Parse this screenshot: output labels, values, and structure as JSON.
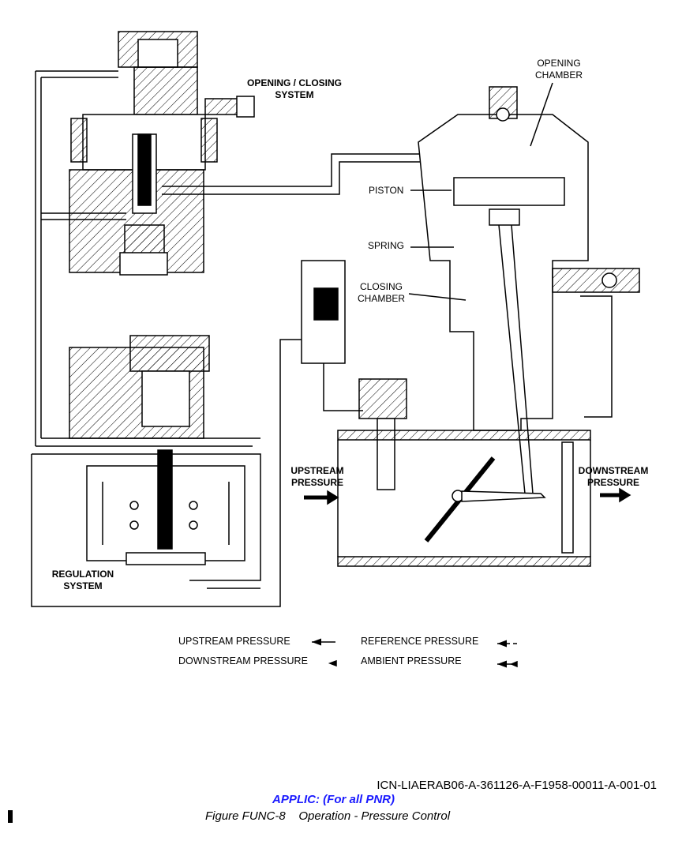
{
  "labels": {
    "opening_closing_system": [
      "OPENING / CLOSING",
      "SYSTEM"
    ],
    "opening_chamber": [
      "OPENING",
      "CHAMBER"
    ],
    "piston": "PISTON",
    "spring": "SPRING",
    "closing_chamber": [
      "CLOSING",
      "CHAMBER"
    ],
    "upstream_pressure": [
      "UPSTREAM",
      "PRESSURE"
    ],
    "downstream_pressure": [
      "DOWNSTREAM",
      "PRESSURE"
    ],
    "regulation_system": [
      "REGULATION",
      "SYSTEM"
    ]
  },
  "legend": [
    {
      "label": "UPSTREAM PRESSURE",
      "symbol": "solid-arrow"
    },
    {
      "label": "REFERENCE PRESSURE",
      "symbol": "dashed-arrow"
    },
    {
      "label": "DOWNSTREAM PRESSURE",
      "symbol": "arrowhead"
    },
    {
      "label": "AMBIENT PRESSURE",
      "symbol": "double-arrow"
    }
  ],
  "footer": {
    "icn": "ICN-LIAERAB06-A-361126-A-F1958-00011-A-001-01",
    "applic": "APPLIC: (For all PNR)",
    "caption": "Figure FUNC-8    Operation - Pressure Control"
  },
  "colors": {
    "applic": "#1a1aff"
  }
}
